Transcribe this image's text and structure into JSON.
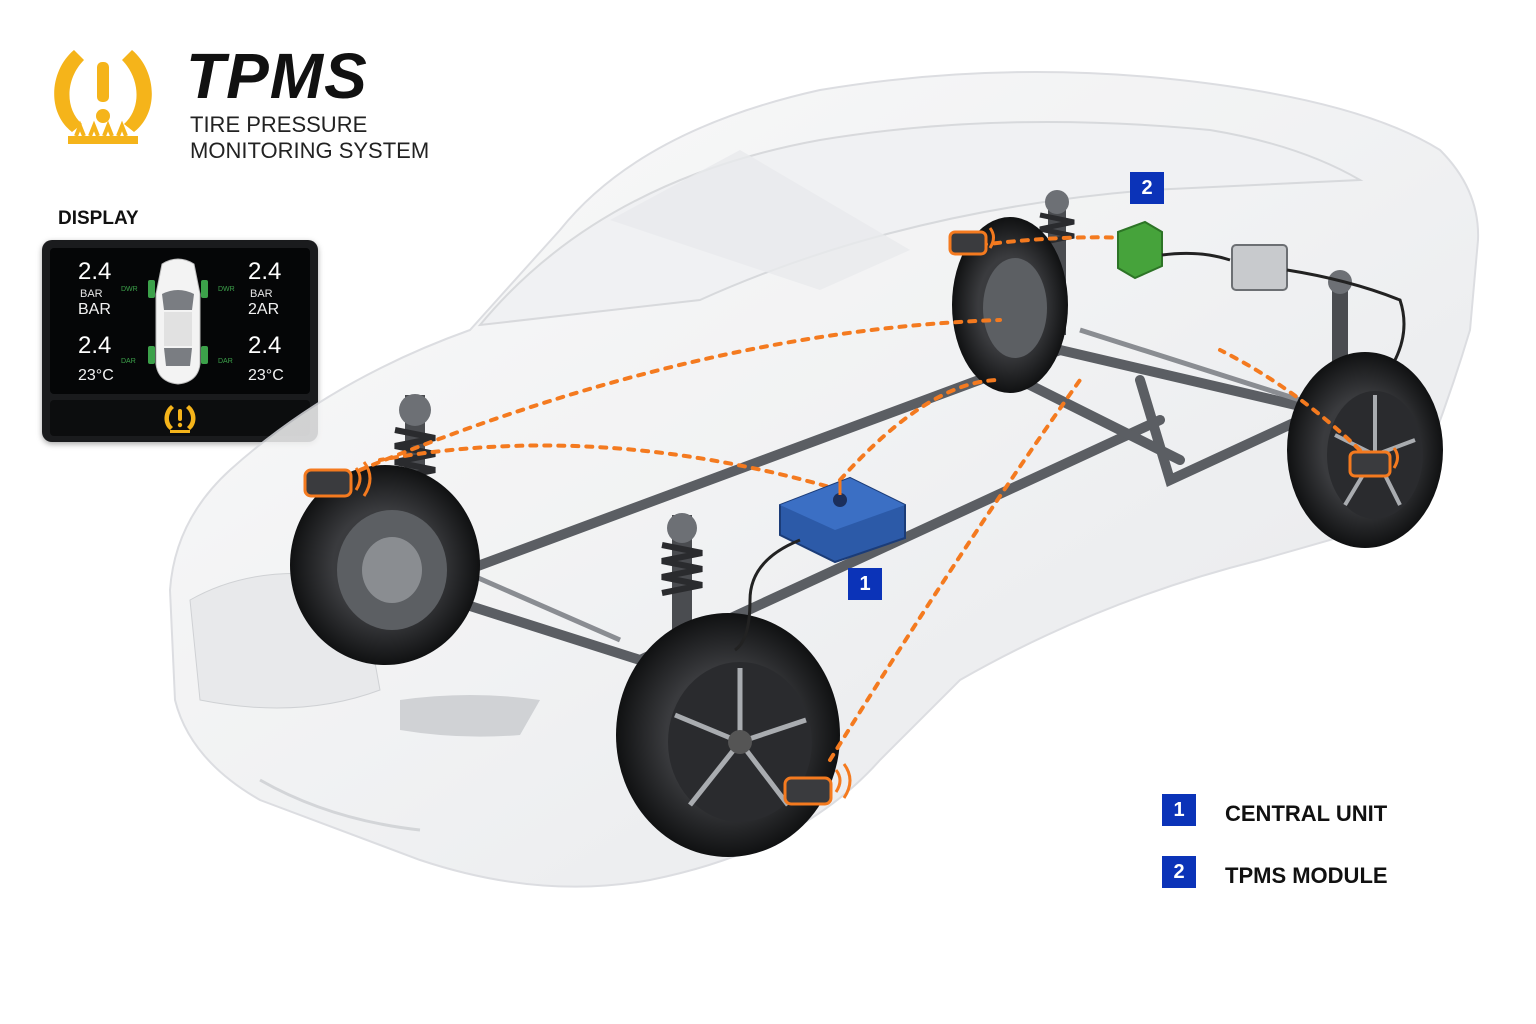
{
  "header": {
    "title": "TPMS",
    "subtitle_line1": "TIRE PRESSURE",
    "subtitle_line2": "MONITORING SYSTEM",
    "warning_icon": "tpms-warning-icon",
    "warning_color": "#F5B41A"
  },
  "display": {
    "label": "DISPLAY",
    "front_left": {
      "value": "2.4",
      "unit": "BAR",
      "secondary": "BAR"
    },
    "front_right": {
      "value": "2.4",
      "unit": "BAR",
      "secondary": "2AR"
    },
    "rear_left": {
      "value": "2.4",
      "secondary": "23°C"
    },
    "rear_right": {
      "value": "2.4",
      "secondary": "23°C"
    },
    "tick_labels": [
      "DWR",
      "DWR",
      "DAR",
      "DAR"
    ],
    "warning_icon": "tpms-warning-icon"
  },
  "callouts": {
    "central_unit_number": "1",
    "tpms_module_number": "2"
  },
  "legend": [
    {
      "number": "1",
      "label": "CENTRAL UNIT"
    },
    {
      "number": "2",
      "label": "TPMS MODULE"
    }
  ],
  "colors": {
    "signal": "#F47A1F",
    "central_unit": "#2C5AA8",
    "tpms_module": "#46A33B",
    "badge": "#0B33B8"
  }
}
